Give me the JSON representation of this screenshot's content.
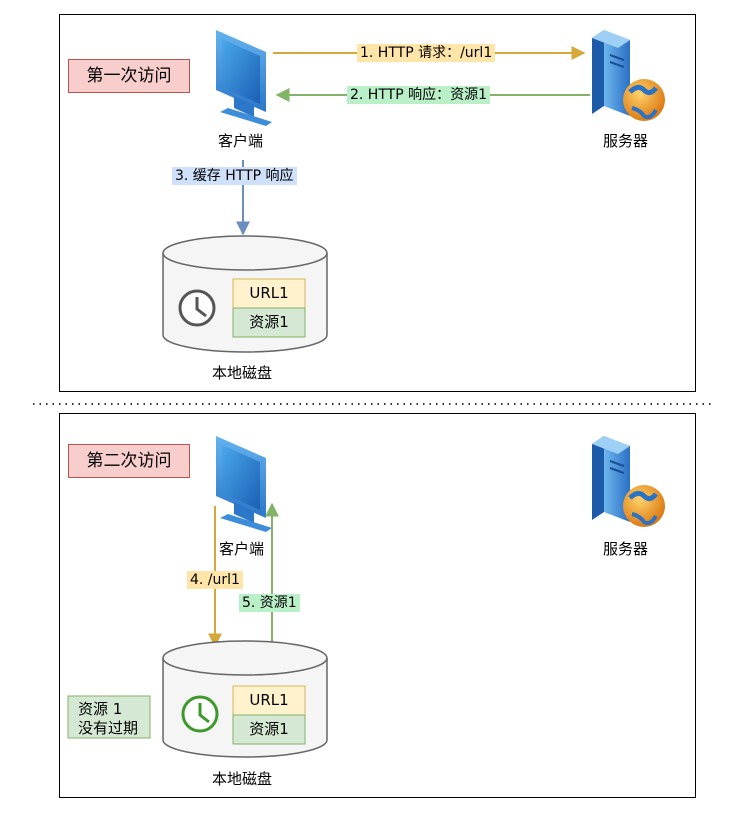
{
  "visit1": {
    "title": "第一次访问",
    "client_label": "客户端",
    "server_label": "服务器",
    "disk_label": "本地磁盘",
    "request_label": "1. HTTP 请求：/url1",
    "response_label": "2. HTTP 响应：资源1",
    "cache_label": "3. 缓存 HTTP 响应",
    "cache_key": "URL1",
    "cache_value": "资源1"
  },
  "visit2": {
    "title": "第二次访问",
    "client_label": "客户端",
    "server_label": "服务器",
    "disk_label": "本地磁盘",
    "lookup_label": "4. /url1",
    "return_label": "5. 资源1",
    "cache_key": "URL1",
    "cache_value": "资源1",
    "status_note_line1": "资源 1",
    "status_note_line2": "没有过期"
  },
  "colors": {
    "request_arrow": "#d6a73a",
    "response_arrow": "#82b366",
    "cache_arrow": "#6c8ebf",
    "title_fill": "#f8cecc",
    "key_fill": "#fff2cc",
    "value_fill": "#d5e8d4",
    "clock_expired": "#555555",
    "clock_valid": "#3c9a2a"
  },
  "icons": {
    "client": "monitor-icon",
    "server": "server-globe-icon",
    "clock": "clock-icon"
  }
}
